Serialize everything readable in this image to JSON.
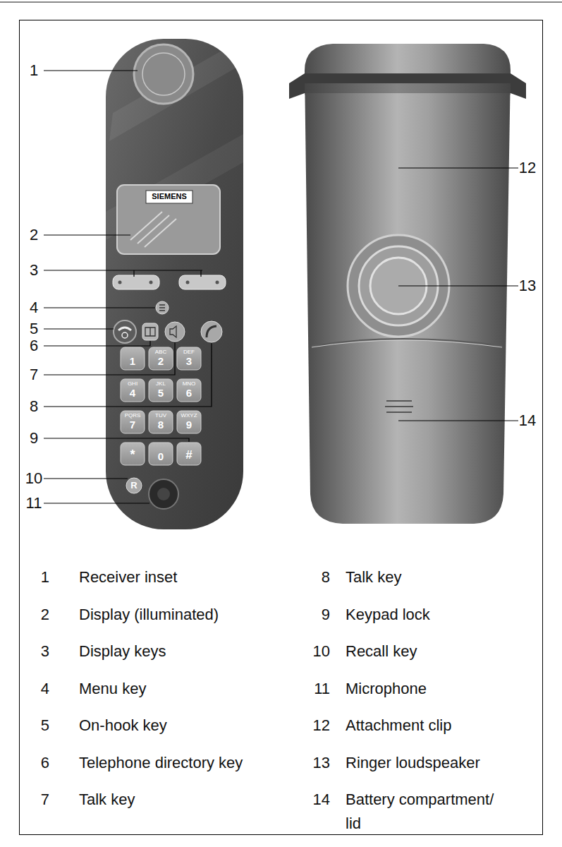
{
  "diagram": {
    "labels": [
      "1",
      "2",
      "3",
      "4",
      "5",
      "6",
      "7",
      "8",
      "9",
      "10",
      "11",
      "12",
      "13",
      "14",
      "SIEMENS",
      "1",
      "ABC",
      "2",
      "DEF",
      "3",
      "GHI",
      "4",
      "JKL",
      "5",
      "MNO",
      "6",
      "PQRS",
      "7",
      "TUV",
      "8",
      "WXYZ",
      "9",
      "*",
      "0",
      "#",
      "R",
      "1",
      "Receiver inset",
      "8",
      "Talk key",
      "2",
      "Display (illuminated)",
      "9",
      "Keypad lock",
      "3",
      "Display keys",
      "10",
      "Recall key",
      "4",
      "Menu key",
      "11",
      "Microphone",
      "5",
      "On-hook key",
      "12",
      "Attachment clip",
      "6",
      "Telephone directory key",
      "13",
      "Ringer loudspeaker",
      "7",
      "Talk key",
      "14",
      "Battery compartment/ lid"
    ]
  }
}
